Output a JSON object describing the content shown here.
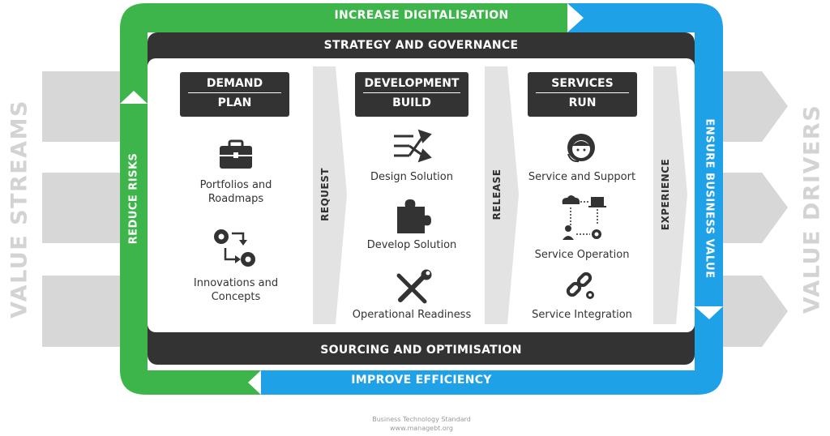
{
  "top_banner": "INCREASE DIGITALISATION",
  "bottom_banner": "IMPROVE EFFICIENCY",
  "left_side": "REDUCE RISKS",
  "right_side": "ENSURE BUSINESS VALUE",
  "governance_bar": "STRATEGY AND GOVERNANCE",
  "sourcing_bar": "SOURCING AND OPTIMISATION",
  "value_streams": "VALUE STREAMS",
  "value_drivers": "VALUE DRIVERS",
  "handoffs": {
    "request": "REQUEST",
    "release": "RELEASE",
    "experience": "EXPERIENCE"
  },
  "phases": [
    {
      "top": "DEMAND",
      "bottom": "PLAN",
      "items": [
        {
          "label": "Portfolios and Roadmaps",
          "icon": "briefcase-icon"
        },
        {
          "label": "Innovations and Concepts",
          "icon": "gears-icon"
        }
      ]
    },
    {
      "top": "DEVELOPMENT",
      "bottom": "BUILD",
      "items": [
        {
          "label": "Design Solution",
          "icon": "shuffle-arrows-icon"
        },
        {
          "label": "Develop Solution",
          "icon": "puzzle-piece-icon"
        },
        {
          "label": "Operational Readiness",
          "icon": "wrench-screwdriver-icon"
        }
      ]
    },
    {
      "top": "SERVICES",
      "bottom": "RUN",
      "items": [
        {
          "label": "Service and Support",
          "icon": "headset-agent-icon"
        },
        {
          "label": "Service Operation",
          "icon": "network-operation-icon"
        },
        {
          "label": "Service Integration",
          "icon": "chain-gear-icon"
        }
      ]
    }
  ],
  "footer": {
    "line1": "Business Technology Standard",
    "line2": "www.managebt.org"
  },
  "colors": {
    "green": "#3db54a",
    "blue": "#1ea1e6",
    "dark": "#333333",
    "grey": "#d7d7d7"
  }
}
